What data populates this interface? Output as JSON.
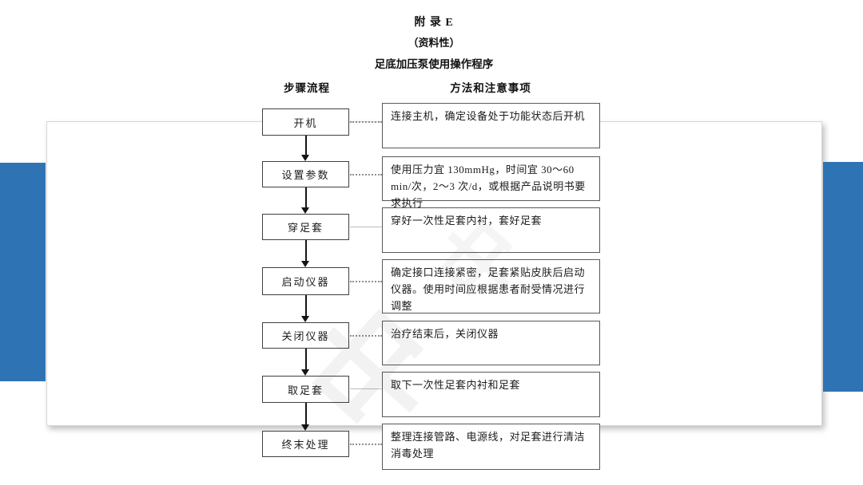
{
  "title": {
    "line1": "附 录 E",
    "line2": "（资料性）",
    "line3": "足底加压泵使用操作程序"
  },
  "headers": {
    "left": "步骤流程",
    "right": "方法和注意事项"
  },
  "steps": [
    {
      "label": "开机",
      "note": "连接主机，确定设备处于功能状态后开机"
    },
    {
      "label": "设置参数",
      "note": "使用压力宜 130mmHg，时间宜 30～60 min/次，2～3 次/d，或根据产品说明书要求执行"
    },
    {
      "label": "穿足套",
      "note": "穿好一次性足套内衬，套好足套"
    },
    {
      "label": "启动仪器",
      "note": "确定接口连接紧密，足套紧贴皮肤后启动仪器。使用时间应根据患者耐受情况进行调整"
    },
    {
      "label": "关闭仪器",
      "note": "治疗结束后，关闭仪器"
    },
    {
      "label": "取足套",
      "note": "取下一次性足套内衬和足套"
    },
    {
      "label": "终末处理",
      "note": "整理连接管路、电源线，对足套进行清洁消毒处理"
    }
  ],
  "watermark": "中",
  "colors": {
    "accent": "#2e74b5"
  }
}
